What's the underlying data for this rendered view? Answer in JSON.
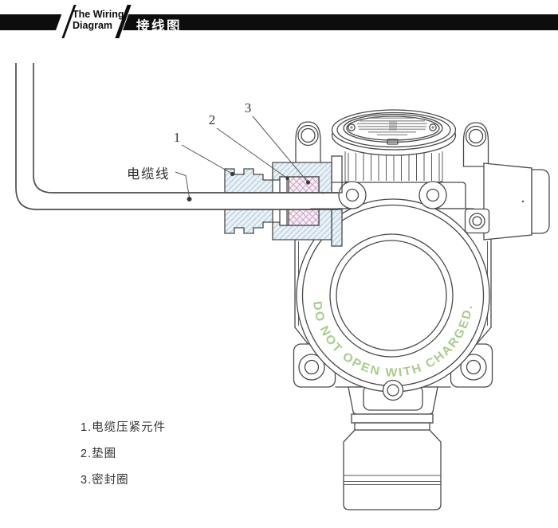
{
  "header": {
    "title_en_line1": "The Wiring",
    "title_en_line2": "Diagram",
    "title_zh": "接线图"
  },
  "diagram": {
    "cable_label": "电缆线",
    "warning_text": "DO NOT OPEN WITH CHARGED.",
    "callouts": [
      "1",
      "2",
      "3"
    ],
    "legend": [
      {
        "label": "1.电缆压紧元件"
      },
      {
        "label": "2.垫圈"
      },
      {
        "label": "3.密封圈"
      }
    ]
  },
  "colors": {
    "header_black": "#0d0d0d",
    "line_gray": "#4a4a4a",
    "warning_green": "#a8cd8a",
    "hatch_blue": "#a9c7d9",
    "hatch_blue_bg": "#e9f1f6",
    "hatch_pink": "#c9a2c6",
    "hatch_pink_bg": "#f9f0f7"
  }
}
